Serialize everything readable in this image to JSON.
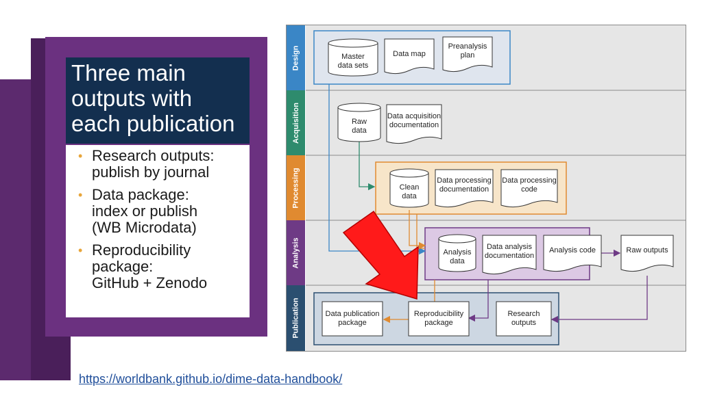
{
  "slide": {
    "title": "Three main outputs with each publication",
    "bullets": [
      {
        "text": "Research outputs:\npublish by journal"
      },
      {
        "text": "Data package:\nindex or publish\n(WB Microdata)"
      },
      {
        "text": "Reproducibility\npackage:\nGitHub + Zenodo"
      }
    ],
    "link": "https://worldbank.github.io/dime-data-handbook/",
    "bullet_color": "#e8a53a"
  },
  "flowchart": {
    "lanes": [
      {
        "label": "Design",
        "color": "#3a86c6"
      },
      {
        "label": "Acquisition",
        "color": "#2e8b6d"
      },
      {
        "label": "Processing",
        "color": "#e08a30"
      },
      {
        "label": "Analysis",
        "color": "#6e3a85"
      },
      {
        "label": "Publication",
        "color": "#2b4f70"
      }
    ],
    "nodes": {
      "master_data_sets": "Master\ndata sets",
      "data_map": "Data map",
      "preanalysis_plan": "Preanalysis\nplan",
      "raw_data": "Raw\ndata",
      "data_acquisition_documentation": "Data acquisition\ndocumentation",
      "clean_data": "Clean\ndata",
      "data_processing_documentation": "Data processing\ndocumentation",
      "data_processing_code": "Data processing\ncode",
      "analysis_data": "Analysis\ndata",
      "data_analysis_documentation": "Data analysis\ndocumentation",
      "analysis_code": "Analysis code",
      "raw_outputs": "Raw outputs",
      "data_publication_package": "Data publication\npackage",
      "reproducibility_package": "Reproducibility\npackage",
      "research_outputs": "Research\noutputs"
    },
    "highlight_arrow": {
      "color": "#ff1a1a",
      "points_to": "reproducibility_package"
    }
  }
}
